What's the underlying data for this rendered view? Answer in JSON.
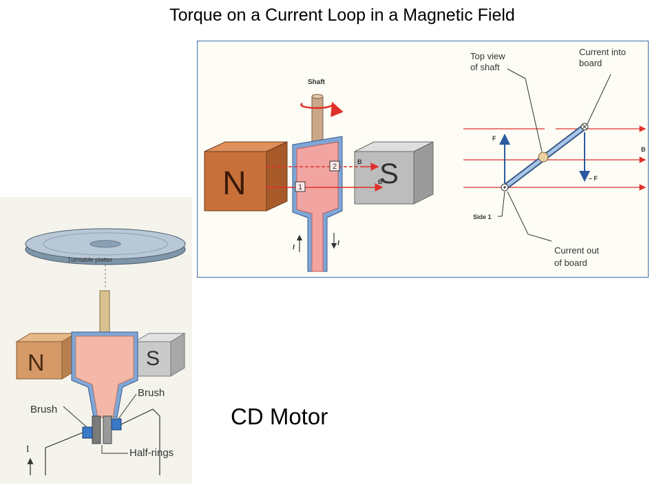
{
  "title": "Torque on a Current Loop in a Magnetic Field",
  "caption": "CD Motor",
  "top_diagram": {
    "shaft_label": "Shaft",
    "magnet_north": "N",
    "magnet_south": "S",
    "side_1_marker": "1",
    "side_2_marker": "2",
    "field_label_b": "B",
    "current_label": "I",
    "top_view_label_line1": "Top view",
    "top_view_label_line2": "of shaft",
    "current_into_line1": "Current into",
    "current_into_line2": "board",
    "current_out_line1": "Current out",
    "current_out_line2": "of board",
    "force_label": "F",
    "neg_force_label": "– F",
    "side_1_label": "Side 1"
  },
  "motor_diagram": {
    "platter_label": "Turntable platter",
    "magnet_north": "N",
    "magnet_south": "S",
    "brush_left": "Brush",
    "brush_right": "Brush",
    "half_rings": "Half-rings",
    "current_label": "I"
  },
  "colors": {
    "copper_magnet": "#c8703a",
    "steel_magnet": "#bdbdbd",
    "loop_fill": "#f2a4a0",
    "loop_frame": "#7ea6d6",
    "field_line": "#e0302a",
    "force_arrow": "#2a5aa0",
    "figure_border": "#3a6fa8"
  }
}
